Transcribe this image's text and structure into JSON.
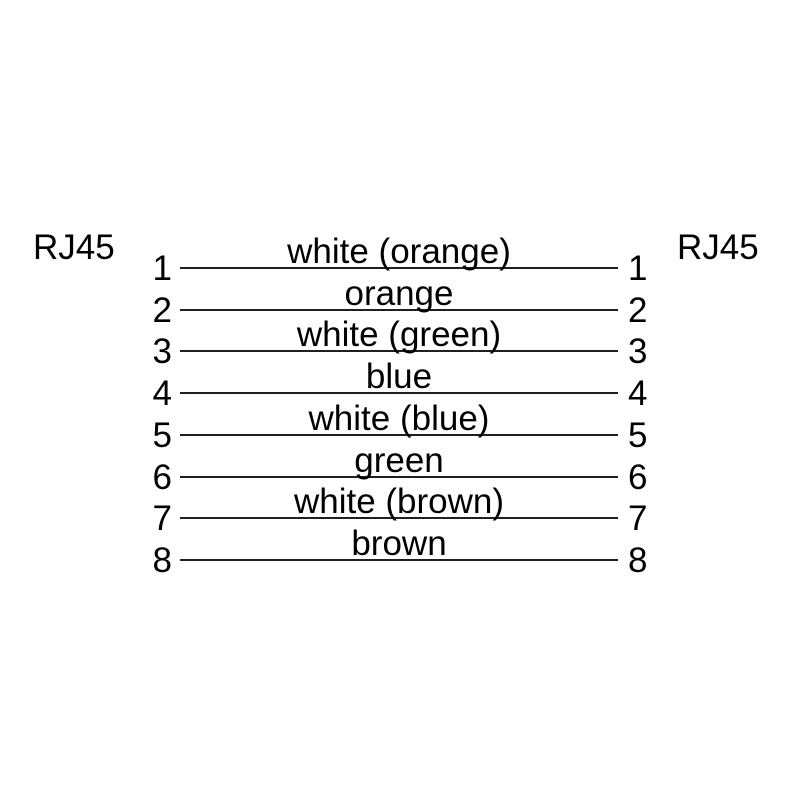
{
  "diagram": {
    "type": "cable-pinout",
    "left_connector_label": "RJ45",
    "right_connector_label": "RJ45",
    "wires": [
      {
        "pin": "1",
        "label": "white (orange)"
      },
      {
        "pin": "2",
        "label": "orange"
      },
      {
        "pin": "3",
        "label": "white (green)"
      },
      {
        "pin": "4",
        "label": "blue"
      },
      {
        "pin": "5",
        "label": "white (blue)"
      },
      {
        "pin": "6",
        "label": "green"
      },
      {
        "pin": "7",
        "label": "white (brown)"
      },
      {
        "pin": "8",
        "label": "brown"
      }
    ],
    "colors": {
      "background": "#ffffff",
      "line": "#1f1f1f",
      "text": "#000000"
    }
  }
}
